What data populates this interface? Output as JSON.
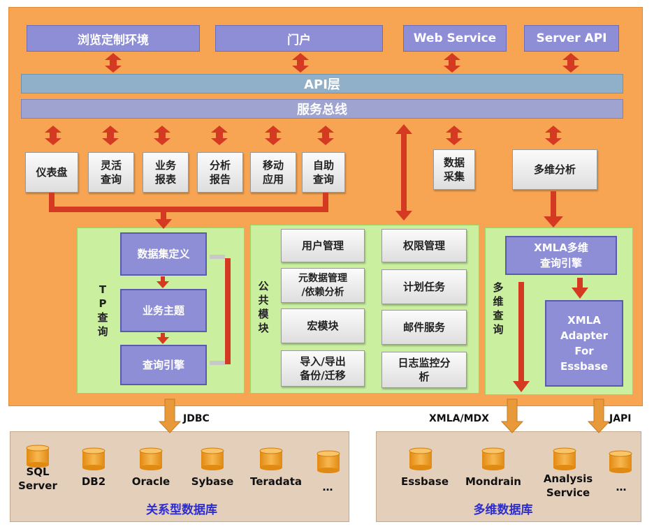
{
  "top_row": [
    "浏览定制环境",
    "门户",
    "Web Service",
    "Server API"
  ],
  "api_layer": "API层",
  "service_bus": "服务总线",
  "modules": [
    {
      "id": "dashboard",
      "lines": [
        "仪表盘"
      ]
    },
    {
      "id": "flex-query",
      "lines": [
        "灵活",
        "查询"
      ]
    },
    {
      "id": "business-report",
      "lines": [
        "业务",
        "报表"
      ]
    },
    {
      "id": "analysis-report",
      "lines": [
        "分析",
        "报告"
      ]
    },
    {
      "id": "mobile-app",
      "lines": [
        "移动",
        "应用"
      ]
    },
    {
      "id": "self-query",
      "lines": [
        "自助",
        "查询"
      ]
    }
  ],
  "data_collection": [
    "数据",
    "采集"
  ],
  "multidim_analysis": "多维分析",
  "tp_query": {
    "label": [
      "T",
      "P",
      "查",
      "询"
    ],
    "steps": [
      "数据集定义",
      "业务主题",
      "查询引擎"
    ]
  },
  "common_module": {
    "label": [
      "公",
      "共",
      "模",
      "块"
    ],
    "left": [
      [
        "用户管理"
      ],
      [
        "元数据管理",
        "/依赖分析"
      ],
      [
        "宏模块"
      ],
      [
        "导入/导出",
        "备份/迁移"
      ]
    ],
    "right": [
      [
        "权限管理"
      ],
      [
        "计划任务"
      ],
      [
        "邮件服务"
      ],
      [
        "日志监控分",
        "析"
      ]
    ]
  },
  "multidim_query": {
    "label": [
      "多",
      "维",
      "查",
      "询"
    ],
    "xmla_engine": [
      "XMLA多维",
      "查询引擎"
    ],
    "xmla_adapter": [
      "XMLA",
      "Adapter",
      "For",
      "Essbase"
    ]
  },
  "connectors": {
    "jdbc": "JDBC",
    "xmla_mdx": "XMLA/MDX",
    "japi": "JAPI"
  },
  "relational_db": {
    "items": [
      [
        "SQL",
        "Server"
      ],
      [
        "DB2"
      ],
      [
        "Oracle"
      ],
      [
        "Sybase"
      ],
      [
        "Teradata"
      ],
      [
        "…"
      ]
    ],
    "caption": "关系型数据库"
  },
  "multidim_db": {
    "items": [
      [
        "Essbase"
      ],
      [
        "Mondrain"
      ],
      [
        "Analysis",
        "Service"
      ],
      [
        "…"
      ]
    ],
    "caption": "多维数据库"
  },
  "colors": {
    "orange": "#f7a552",
    "arrow": "#d43a22",
    "purple": "#8e8ed6",
    "green": "#c9ef9f",
    "db": "#e4cfbb",
    "cylinder": "#f4a024"
  }
}
